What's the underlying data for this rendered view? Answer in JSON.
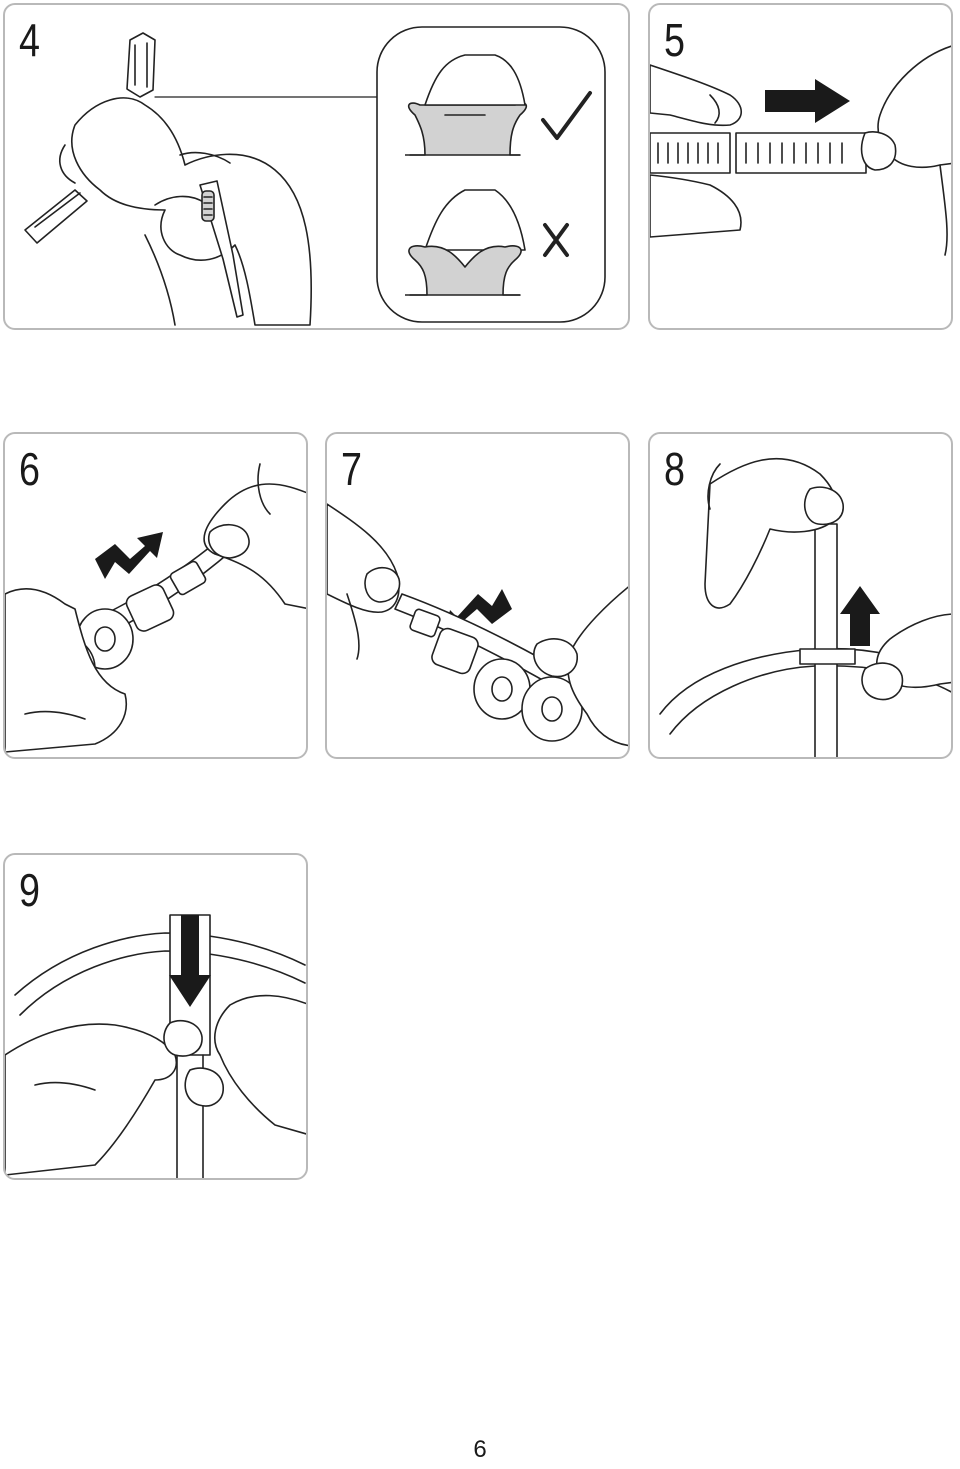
{
  "steps": [
    {
      "id": "4",
      "label": "4",
      "marks": {
        "correct": "check-icon",
        "incorrect": "cross-icon"
      }
    },
    {
      "id": "5",
      "label": "5",
      "arrow": "arrow-right-icon"
    },
    {
      "id": "6",
      "label": "6",
      "arrow": "arrow-bent-up-right-icon"
    },
    {
      "id": "7",
      "label": "7",
      "arrow": "arrow-bent-down-left-icon"
    },
    {
      "id": "8",
      "label": "8",
      "arrow": "arrow-up-icon"
    },
    {
      "id": "9",
      "label": "9",
      "arrow": "arrow-down-icon"
    }
  ],
  "page_number": "6",
  "colors": {
    "border": "#b9b9b9",
    "ink": "#1a1a1a",
    "inset_bg": "#ffffff"
  }
}
